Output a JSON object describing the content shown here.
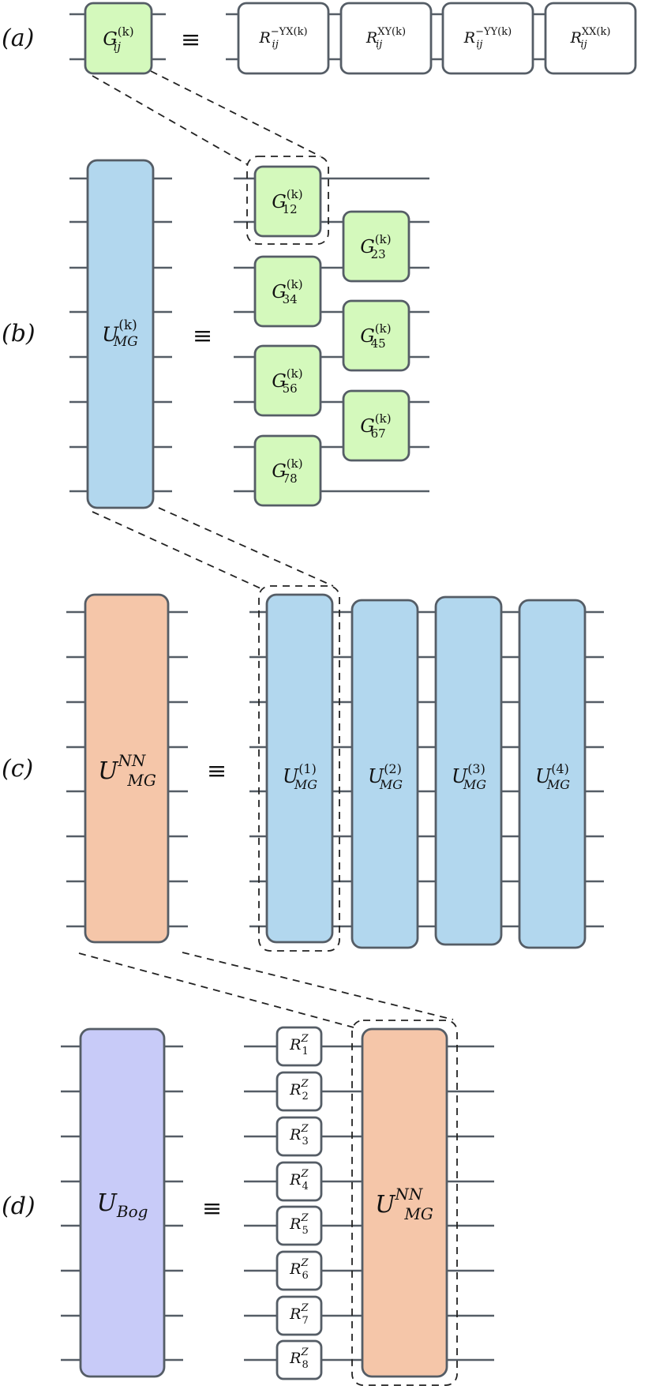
{
  "colors": {
    "green_gate": "#d4f9bc",
    "blue_gate": "#b2d7ee",
    "orange_gate": "#f5c6a9",
    "purple_gate": "#c8cbf8",
    "white_gate": "#ffffff",
    "outline": "#555d66"
  },
  "panels": {
    "a": {
      "label": "(a)",
      "equiv": "≡",
      "lhs": {
        "base": "G",
        "sup": "(k)",
        "sub": "ij"
      },
      "rhs": [
        {
          "base": "R",
          "sup": "−YX(k)",
          "sub": "ij"
        },
        {
          "base": "R",
          "sup": "XY(k)",
          "sub": "ij"
        },
        {
          "base": "R",
          "sup": "−YY(k)",
          "sub": "ij"
        },
        {
          "base": "R",
          "sup": "XX(k)",
          "sub": "ij"
        }
      ]
    },
    "b": {
      "label": "(b)",
      "equiv": "≡",
      "lhs": {
        "base": "U",
        "sup": "(k)",
        "sub": "MG"
      },
      "gates": [
        {
          "base": "G",
          "sup": "(k)",
          "sub": "12"
        },
        {
          "base": "G",
          "sup": "(k)",
          "sub": "34"
        },
        {
          "base": "G",
          "sup": "(k)",
          "sub": "56"
        },
        {
          "base": "G",
          "sup": "(k)",
          "sub": "78"
        },
        {
          "base": "G",
          "sup": "(k)",
          "sub": "23"
        },
        {
          "base": "G",
          "sup": "(k)",
          "sub": "45"
        },
        {
          "base": "G",
          "sup": "(k)",
          "sub": "67"
        }
      ]
    },
    "c": {
      "label": "(c)",
      "equiv": "≡",
      "lhs": {
        "base": "U",
        "sup": "NN",
        "sub": "MG"
      },
      "layers": [
        {
          "base": "U",
          "sup": "(1)",
          "sub": "MG"
        },
        {
          "base": "U",
          "sup": "(2)",
          "sub": "MG"
        },
        {
          "base": "U",
          "sup": "(3)",
          "sub": "MG"
        },
        {
          "base": "U",
          "sup": "(4)",
          "sub": "MG"
        }
      ]
    },
    "d": {
      "label": "(d)",
      "equiv": "≡",
      "lhs": {
        "base": "U",
        "sup": "",
        "sub": "Bog"
      },
      "rotations": [
        {
          "base": "R",
          "sup": "Z",
          "sub": "1"
        },
        {
          "base": "R",
          "sup": "Z",
          "sub": "2"
        },
        {
          "base": "R",
          "sup": "Z",
          "sub": "3"
        },
        {
          "base": "R",
          "sup": "Z",
          "sub": "4"
        },
        {
          "base": "R",
          "sup": "Z",
          "sub": "5"
        },
        {
          "base": "R",
          "sup": "Z",
          "sub": "6"
        },
        {
          "base": "R",
          "sup": "Z",
          "sub": "7"
        },
        {
          "base": "R",
          "sup": "Z",
          "sub": "8"
        }
      ],
      "rhs": {
        "base": "U",
        "sup": "NN",
        "sub": "MG"
      }
    }
  }
}
